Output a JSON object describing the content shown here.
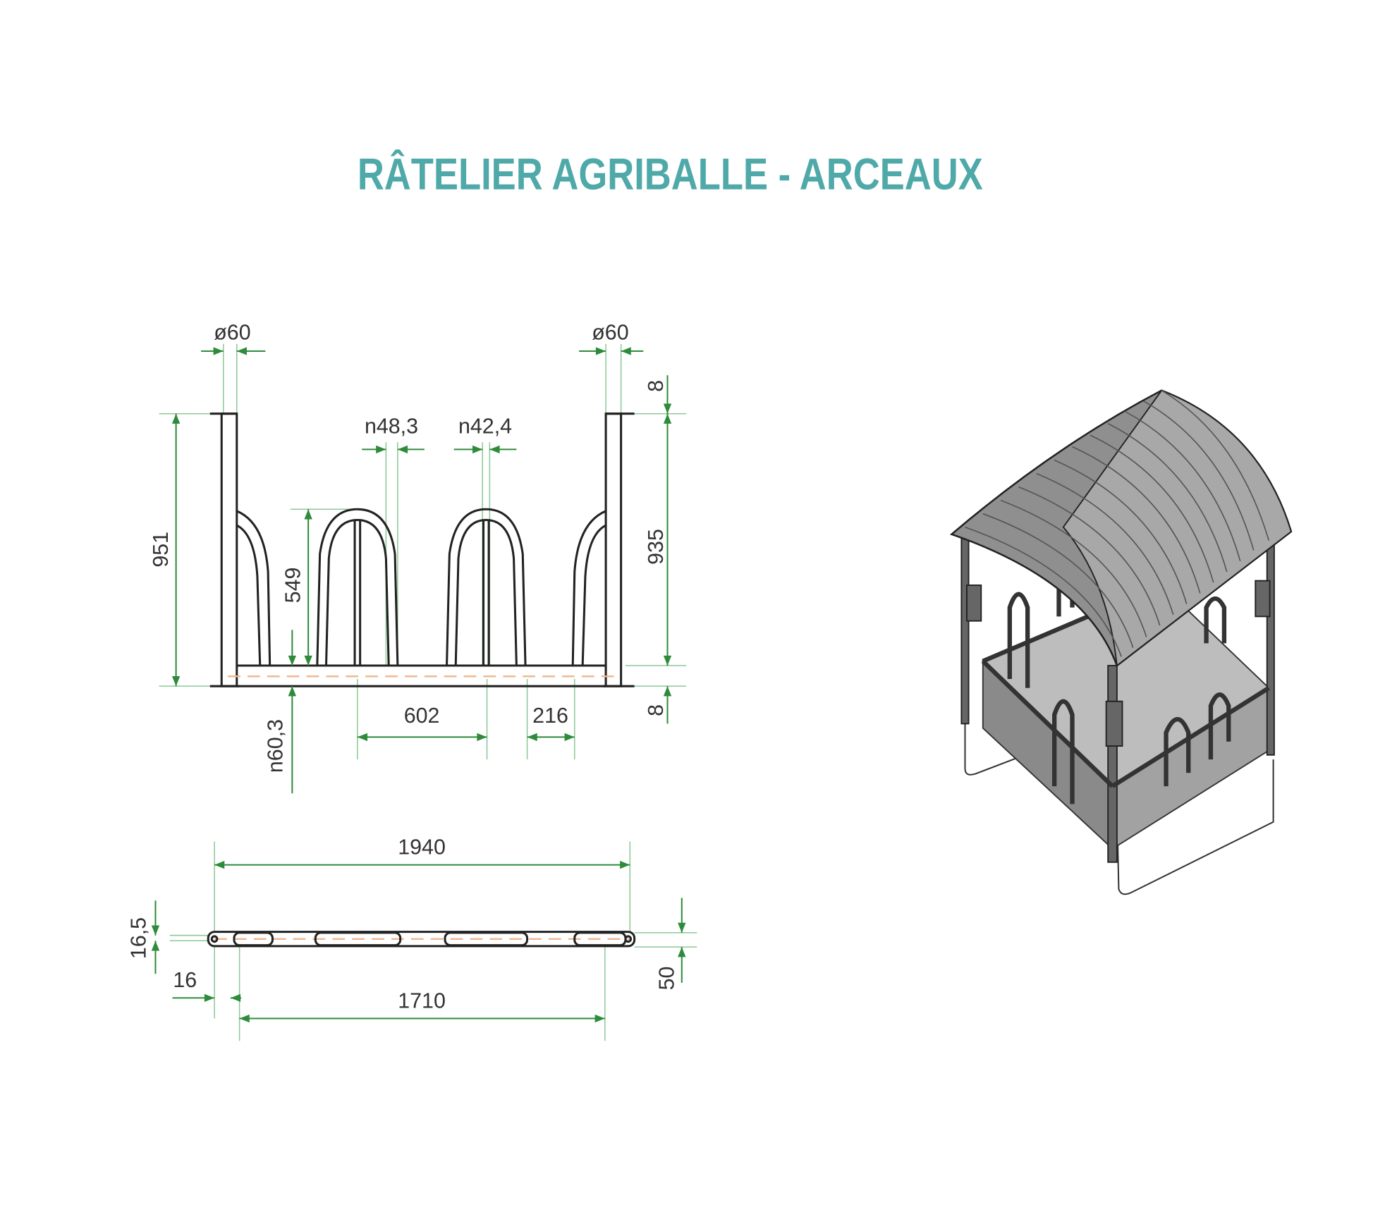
{
  "title": "RÂTELIER AGRIBALLE - ARCEAUX",
  "colors": {
    "title": "#4fa9a9",
    "dimension": "#2e8b3a",
    "part": "#222222"
  },
  "elevation": {
    "post_dia_left": "ø60",
    "post_dia_right": "ø60",
    "arch_dia_1": "n48,3",
    "arch_dia_2": "n42,4",
    "height_left": "951",
    "arch_height": "549",
    "rail_dia": "n60,3",
    "arch_spacing": "602",
    "half_arch_spacing": "216",
    "top_offset": "8",
    "height_right": "935",
    "bottom_offset": "8"
  },
  "plan": {
    "overall_length": "1940",
    "inner_length": "1710",
    "thickness_left": "16,5",
    "end_offset": "16",
    "depth": "50"
  }
}
